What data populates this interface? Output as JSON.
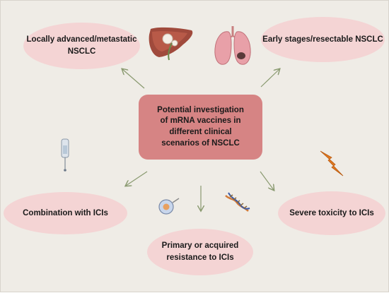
{
  "center": {
    "text": "Potential investigation\nof mRNA vaccines in\ndifferent clinical\nscenarios of NSCLC"
  },
  "nodes": {
    "locally_advanced": "Locally advanced/metastatic\nNSCLC",
    "early_stages": "Early stages/resectable  NSCLC",
    "combination": "Combination  with ICIs",
    "resistance": "Primary  or acquired\nresistance to ICIs",
    "toxicity": "Severe toxicity to ICIs"
  },
  "colors": {
    "background": "#efece6",
    "ellipse": "#f4d4d4",
    "center_box": "#d68484",
    "arrow": "#8a9a70"
  },
  "icons": [
    "liver-icon",
    "lungs-icon",
    "iv-bag-icon",
    "cell-icon",
    "dna-icon",
    "lightning-icon"
  ]
}
